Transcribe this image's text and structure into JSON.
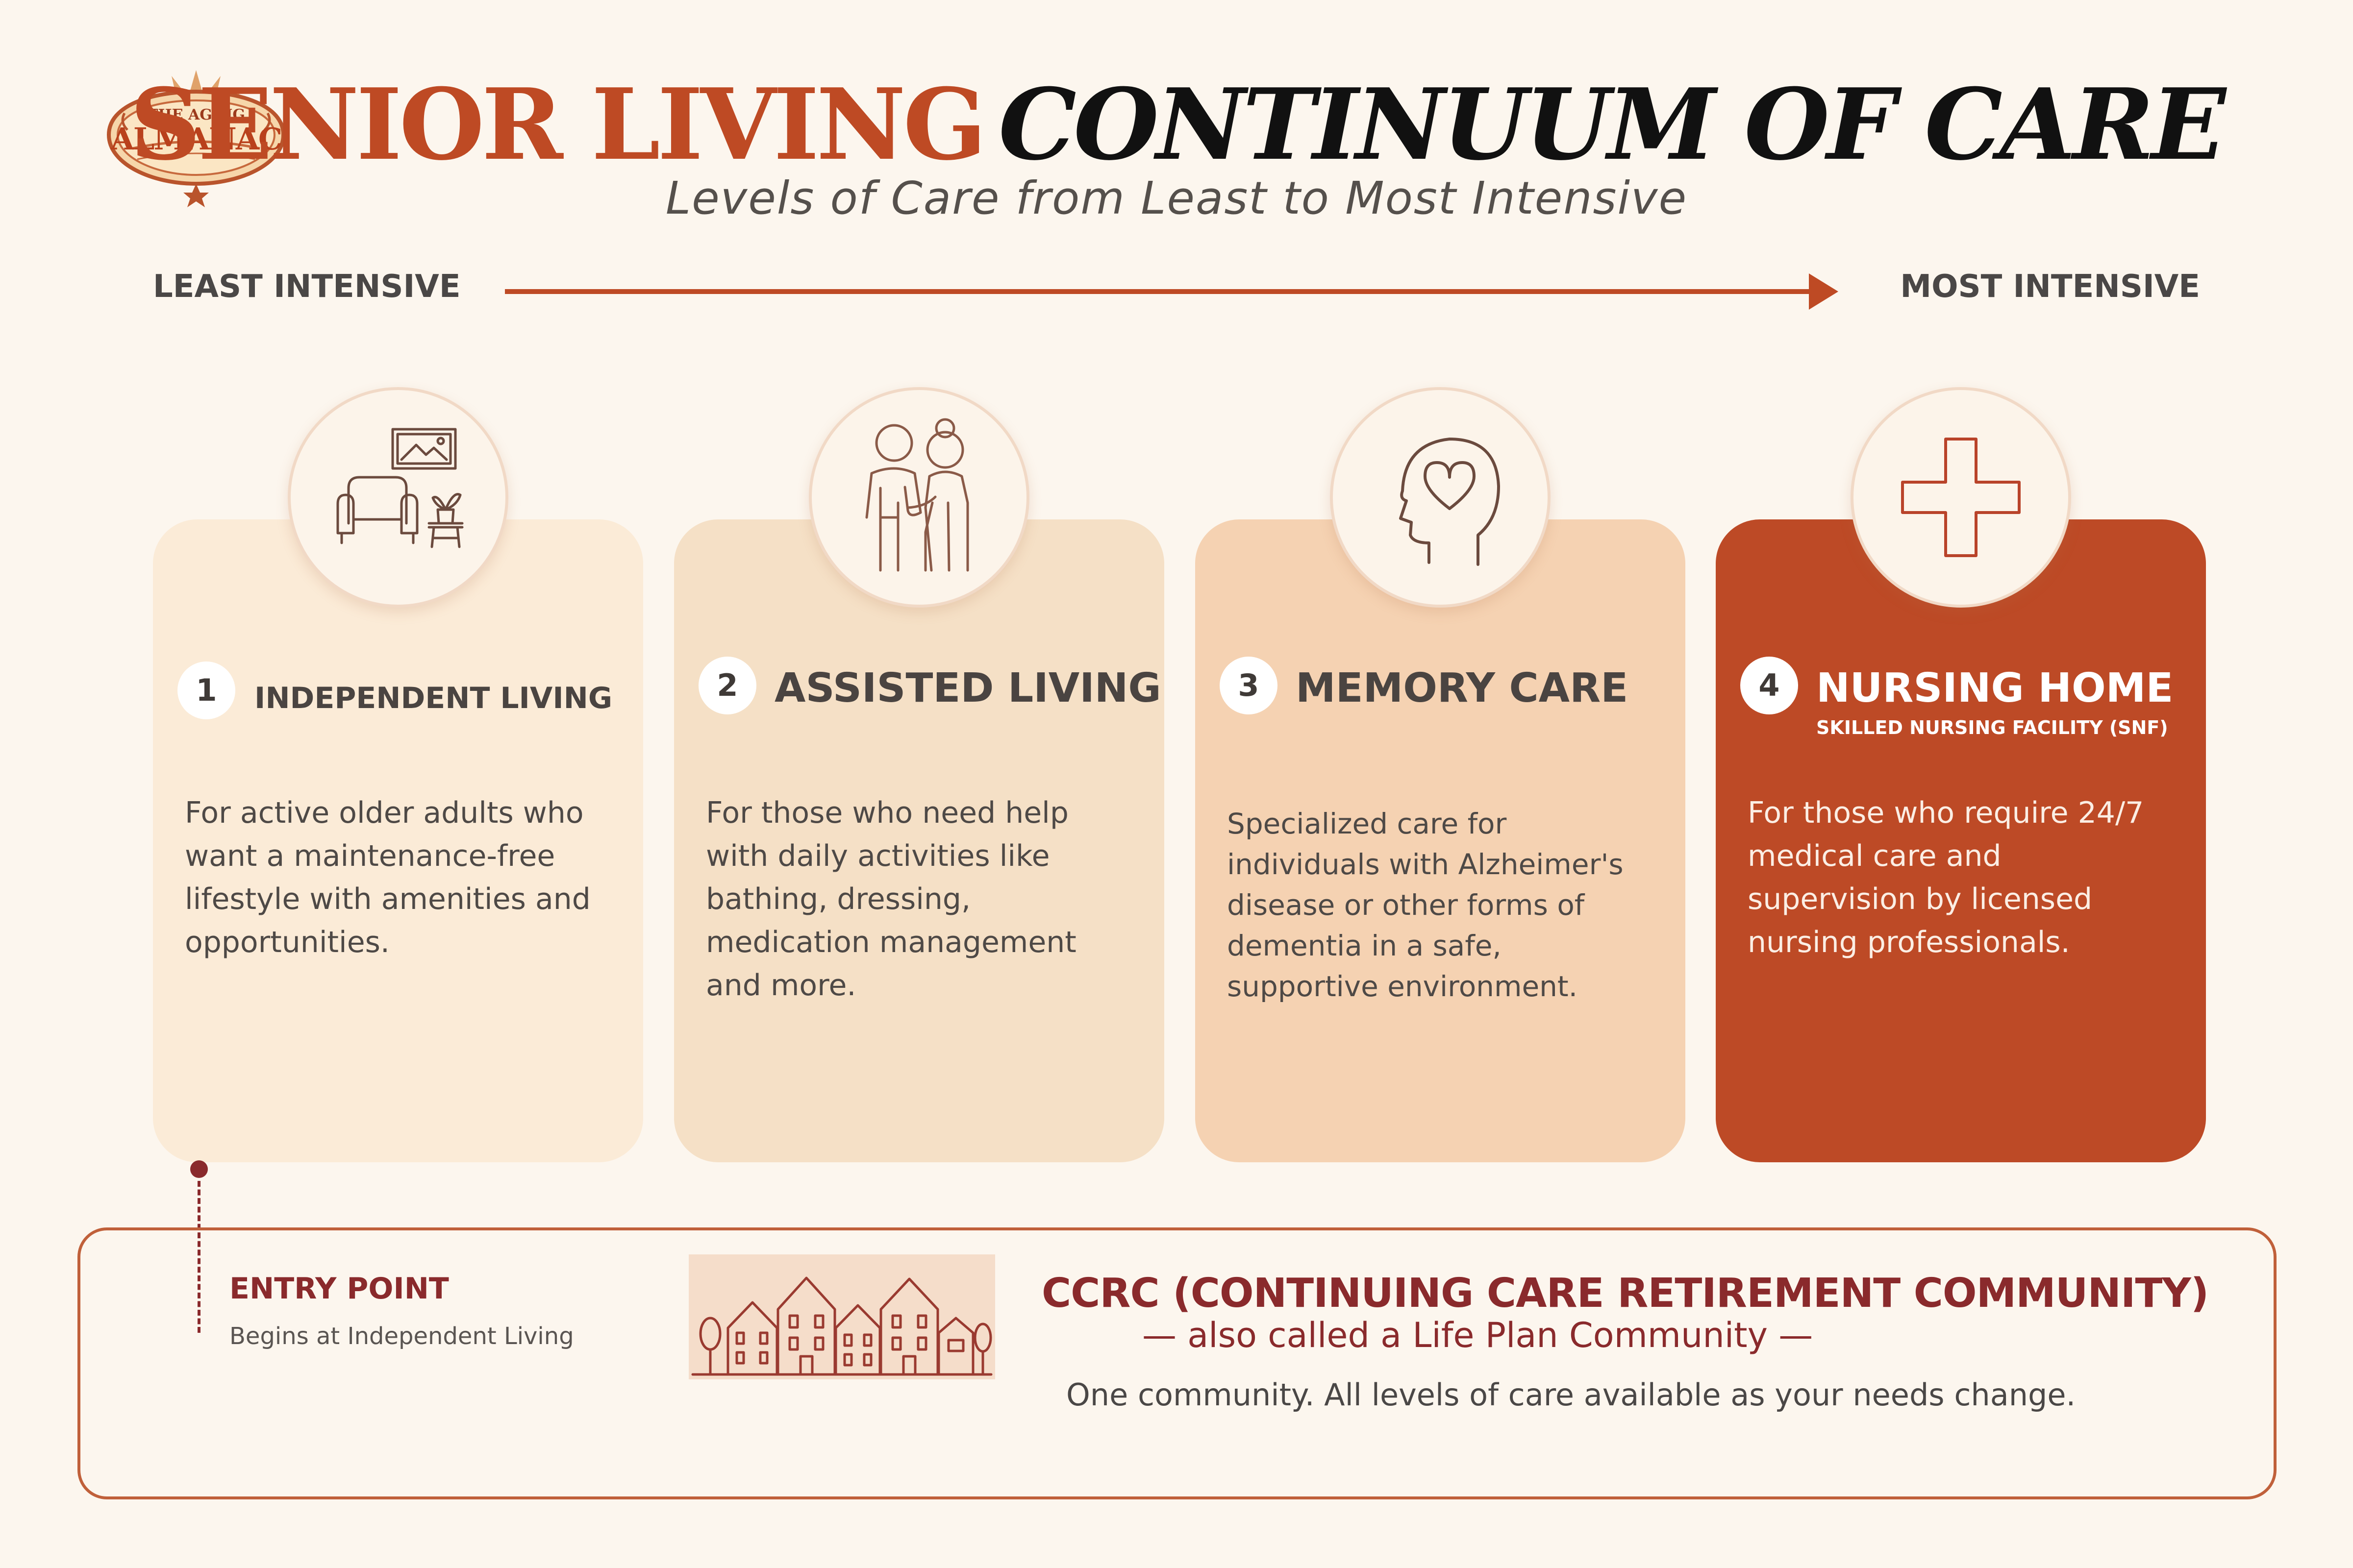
{
  "logo": {
    "line1": "THE AGING",
    "line2": "ALMANAC"
  },
  "header": {
    "title_part1": "SENIOR LIVING",
    "title_part2": "CONTINUUM OF CARE",
    "subtitle": "Levels of Care from Least to Most Intensive"
  },
  "scale": {
    "left": "LEAST INTENSIVE",
    "right": "MOST INTENSIVE"
  },
  "colors": {
    "accent": "#be4a24",
    "dark_red": "#8a2a2c",
    "background": "#fcf6ee",
    "card1": "#fbebd7",
    "card2": "#f5e0c6",
    "card3": "#f5d2b2",
    "card4": "#bd4a26"
  },
  "cards": [
    {
      "number": "1",
      "title": "INDEPENDENT LIVING",
      "icon": "armchair-icon",
      "description": "For active older adults who want a maintenance-free lifestyle with amenities and opportunities."
    },
    {
      "number": "2",
      "title": "ASSISTED LIVING",
      "icon": "caregiver-icon",
      "description": "For those who need help with daily activities like bathing, dressing, medication management and more."
    },
    {
      "number": "3",
      "title": "MEMORY CARE",
      "icon": "brain-heart-icon",
      "description": "Specialized care for individuals with Alzheimer's disease or other forms of dementia in a safe, supportive environment."
    },
    {
      "number": "4",
      "title": "NURSING HOME",
      "subtitle": "SKILLED NURSING FACILITY (SNF)",
      "icon": "medical-cross-icon",
      "description": "For those who require 24/7 medical care and supervision by licensed nursing professionals."
    }
  ],
  "entry": {
    "title": "ENTRY POINT",
    "subtitle": "Begins at Independent Living"
  },
  "ccrc": {
    "icon": "community-buildings-icon",
    "title": "CCRC (CONTINUING CARE RETIREMENT COMMUNITY)",
    "subtitle": "— also called a Life Plan Community —",
    "description": "One community. All levels of care available as your needs change."
  }
}
